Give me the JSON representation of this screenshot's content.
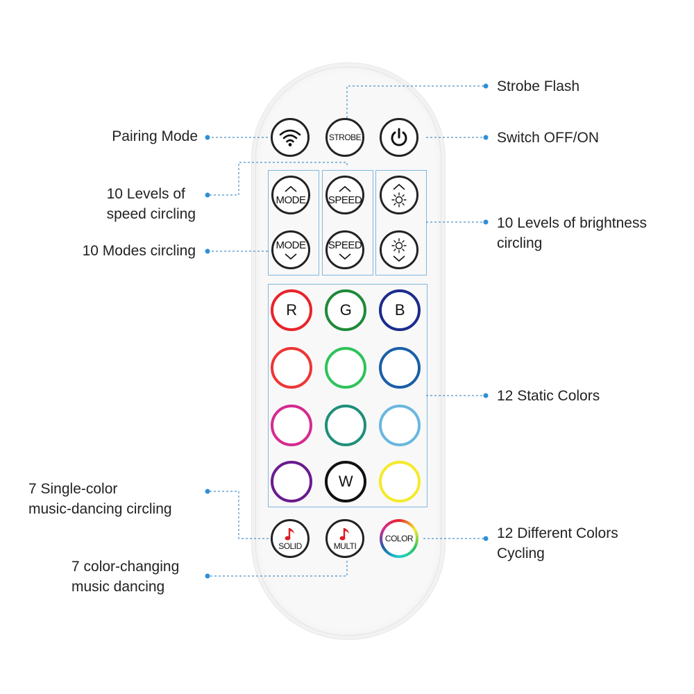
{
  "labels": {
    "strobe_flash": "Strobe Flash",
    "pairing_mode": "Pairing Mode",
    "switch": "Switch OFF/ON",
    "speed_levels": [
      "10 Levels of",
      "speed circling"
    ],
    "brightness_levels": [
      "10 Levels of brightness",
      "circling"
    ],
    "modes": "10 Modes circling",
    "static_colors": "12 Static Colors",
    "single_music": [
      "7 Single-color",
      "music-dancing circling"
    ],
    "different_colors": [
      "12 Different Colors",
      "Cycling"
    ],
    "multi_music": [
      "7 color-changing",
      "music dancing"
    ]
  },
  "buttons": {
    "wifi_icon": "wifi-icon",
    "strobe": "STROBE",
    "power_icon": "power-icon",
    "mode": "MODE",
    "speed": "SPEED",
    "brightness_icon": "sun-icon",
    "red": "R",
    "green": "G",
    "blue": "B",
    "white": "W",
    "solid": "SOLID",
    "multi": "MULTI",
    "color": "COLOR",
    "note_icon": "music-note-icon"
  },
  "colors": {
    "leader_line": "#4a90c8",
    "group_box": "#7fb6de",
    "row1": [
      "#e8232a",
      "#1e8a3a",
      "#1c2b8c"
    ],
    "row2": [
      "#ee3535",
      "#2ec35a",
      "#1a5fa6"
    ],
    "row3": [
      "#d52a8f",
      "#1f8f7a",
      "#6ab7df"
    ],
    "row4": [
      "#6a1b8e",
      "#111111",
      "#f4ea2a"
    ],
    "note": "#d81f26"
  }
}
